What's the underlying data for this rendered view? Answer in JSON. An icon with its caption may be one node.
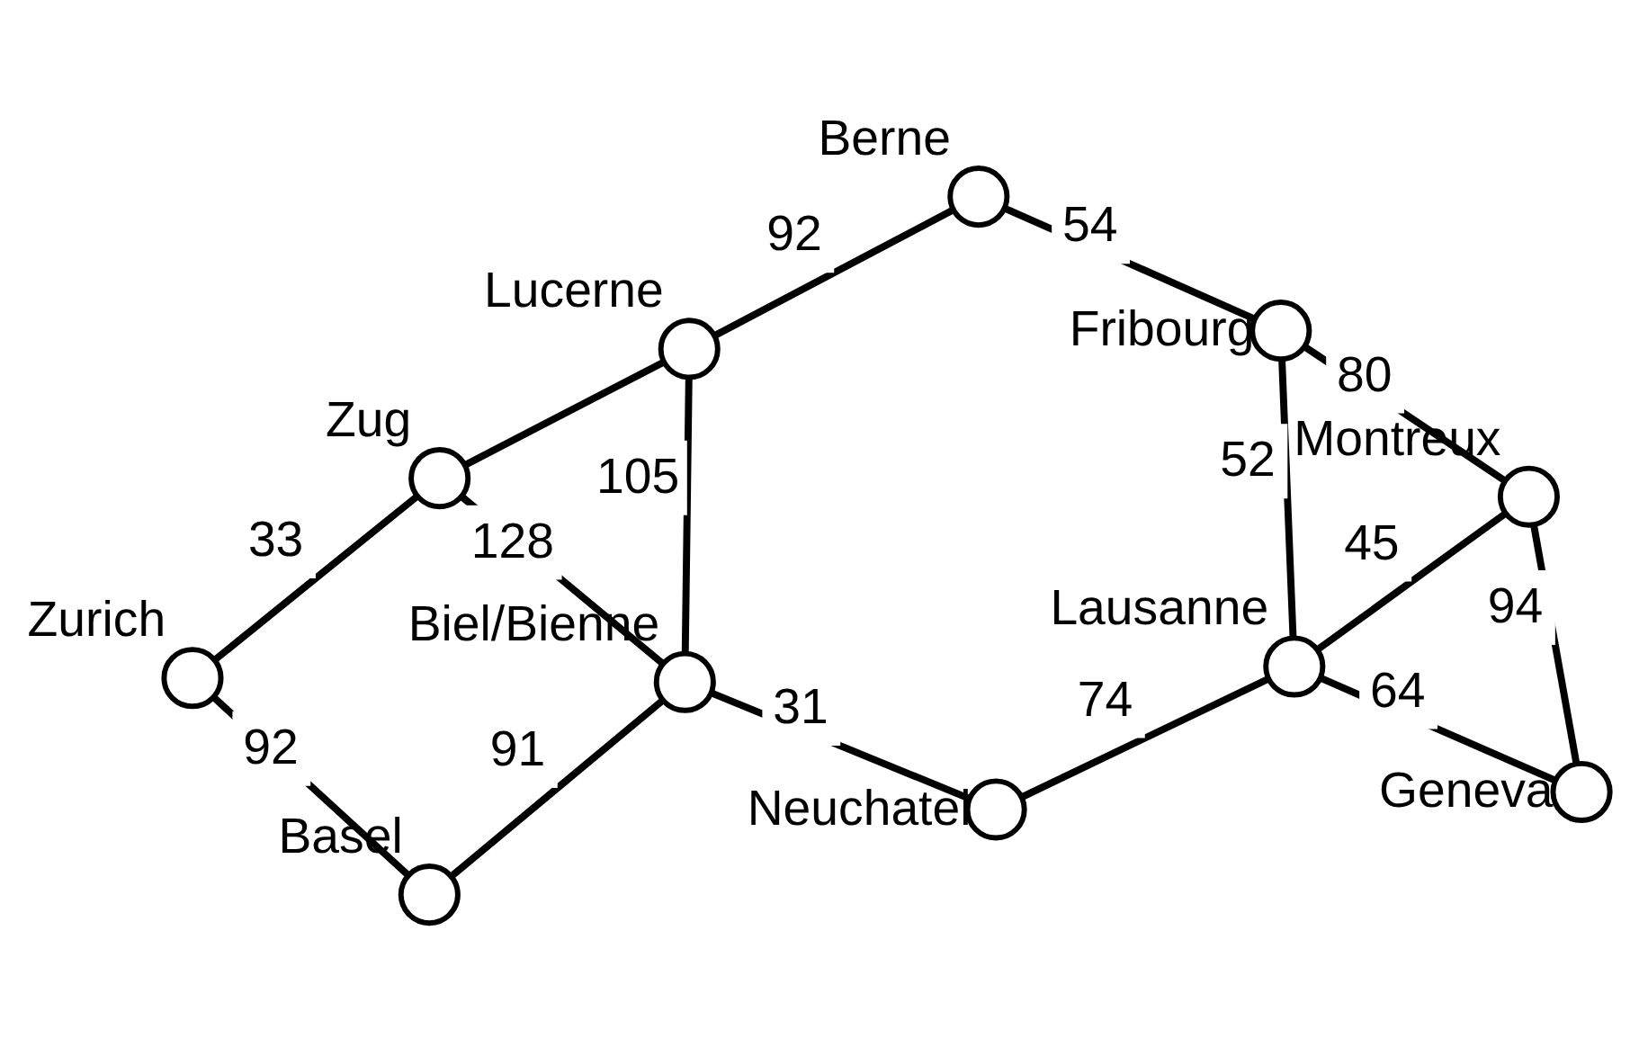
{
  "diagram": {
    "nodes": [
      {
        "text": [],
        "shape": "circle",
        "beside": [
          "Basel"
        ]
      },
      {
        "text": [],
        "shape": "circle",
        "beside": [
          "Zurich"
        ]
      },
      {
        "text": [],
        "shape": "circle",
        "beside": [
          "Biel/Bienne"
        ]
      },
      {
        "text": [],
        "shape": "circle",
        "beside": [
          "Zug"
        ]
      },
      {
        "text": [],
        "shape": "circle",
        "beside": [
          "Lucerne"
        ]
      },
      {
        "text": [],
        "shape": "circle",
        "beside": [
          "Neuchatel"
        ]
      },
      {
        "text": [],
        "shape": "circle",
        "beside": [
          "Berne"
        ]
      },
      {
        "text": [],
        "shape": "circle",
        "beside": [
          "Fribourg"
        ]
      },
      {
        "text": [],
        "shape": "circle",
        "beside": [
          "Lausanne"
        ]
      },
      {
        "text": [],
        "shape": "circle",
        "beside": [
          "Montreux"
        ]
      },
      {
        "text": [],
        "shape": "circle",
        "beside": [
          "Geneva"
        ]
      }
    ],
    "edges": [
      {
        "from": 0,
        "to": 1,
        "arrow": "none",
        "label": "92"
      },
      {
        "from": 0,
        "to": 2,
        "arrow": "none",
        "label": "91"
      },
      {
        "from": 1,
        "to": 3,
        "arrow": "none",
        "label": "33"
      },
      {
        "from": 2,
        "to": 3,
        "arrow": "none",
        "label": "128"
      },
      {
        "from": 2,
        "to": 4,
        "arrow": "none",
        "label": "105"
      },
      {
        "from": 4,
        "to": 3,
        "arrow": "none"
      },
      {
        "from": 2,
        "to": 5,
        "arrow": "none",
        "label": "31"
      },
      {
        "from": 5,
        "to": 8,
        "arrow": "none",
        "label": "74"
      },
      {
        "from": 6,
        "to": 4,
        "arrow": "none",
        "label": "92"
      },
      {
        "from": 7,
        "to": 6,
        "arrow": "none",
        "label": "54"
      },
      {
        "from": 8,
        "to": 7,
        "arrow": "none",
        "label": "52"
      },
      {
        "from": 7,
        "to": 9,
        "arrow": "none",
        "label": "80"
      },
      {
        "from": 8,
        "to": 9,
        "arrow": "none",
        "label": "45"
      },
      {
        "from": 8,
        "to": 10,
        "arrow": "none",
        "label": "64"
      },
      {
        "from": 10,
        "to": 9,
        "arrow": "none",
        "label": "94"
      }
    ]
  }
}
